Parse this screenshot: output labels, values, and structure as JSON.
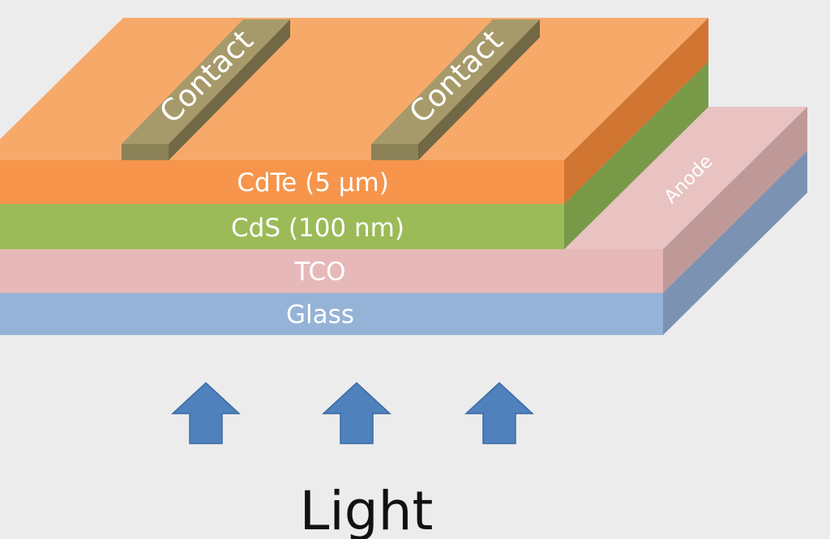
{
  "diagram": {
    "layers": {
      "cdte": {
        "label": "CdTe (5 μm)",
        "color": "#f6954b"
      },
      "cds": {
        "label": "CdS (100 nm)",
        "color": "#9bbb59"
      },
      "tco": {
        "label": "TCO",
        "color": "#e6b9b8"
      },
      "glass": {
        "label": "Glass",
        "color": "#95b3d7"
      }
    },
    "contacts": [
      {
        "label": "Contact"
      },
      {
        "label": "Contact"
      }
    ],
    "anode": {
      "label": "Anode"
    },
    "light": {
      "label": "Light",
      "arrow_color": "#4f81bd"
    }
  }
}
